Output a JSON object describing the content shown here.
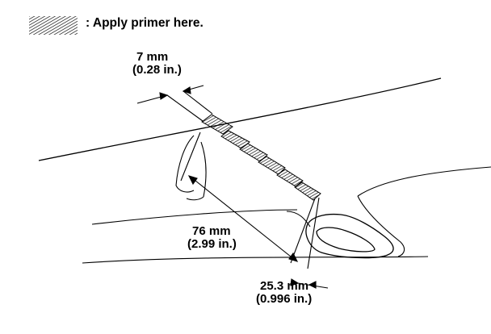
{
  "legend": {
    "text": ": Apply primer here.",
    "icon": "hatch-swatch-icon"
  },
  "dimensions": {
    "width_value": "7 mm",
    "width_inches": "(0.28 in.)",
    "spacing_value": "76 mm",
    "spacing_inches": "(2.99 in.)",
    "offset_value": "25.3 mm",
    "offset_inches": "(0.996 in.)"
  },
  "colors": {
    "line": "#000000",
    "background": "#ffffff"
  }
}
